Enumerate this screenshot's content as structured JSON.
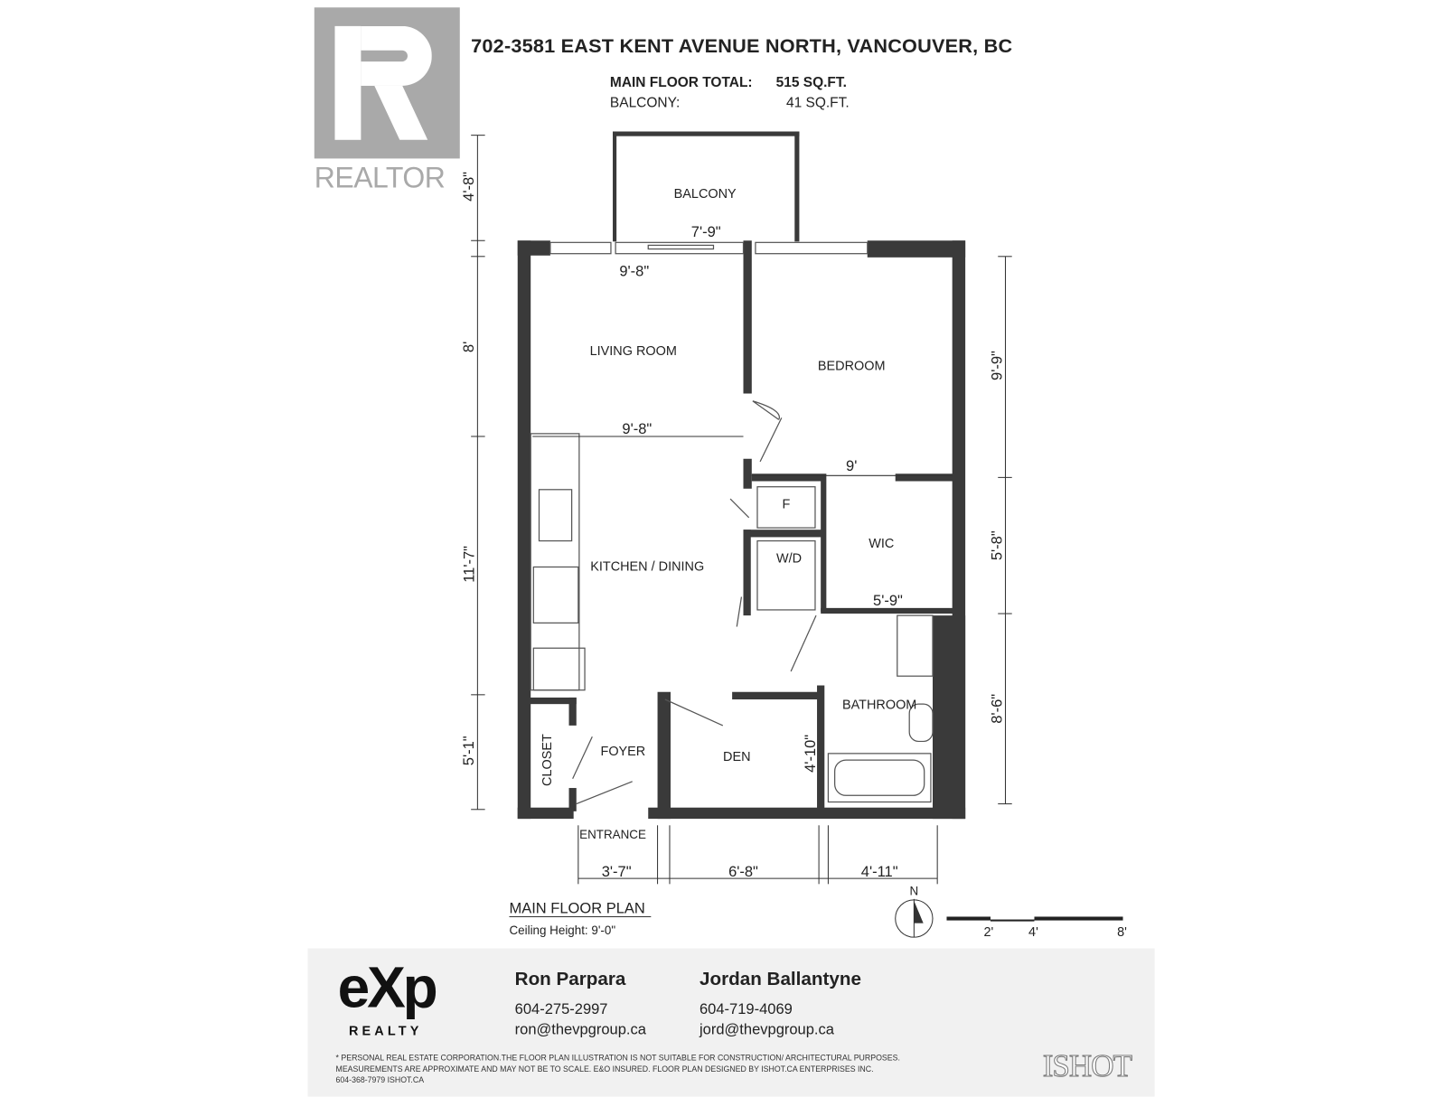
{
  "watermark": {
    "logo_text": "REALTOR",
    "mark": "R"
  },
  "header": {
    "address": "702-3581 EAST KENT AVENUE NORTH, VANCOUVER, BC",
    "areas": [
      {
        "label": "MAIN FLOOR TOTAL:",
        "value": "515 SQ.FT."
      },
      {
        "label": "BALCONY:",
        "value": "41 SQ.FT."
      }
    ]
  },
  "rooms": {
    "balcony": "BALCONY",
    "living": "LIVING ROOM",
    "bedroom": "BEDROOM",
    "kitchen": "KITCHEN / DINING",
    "fridge": "F",
    "wd": "W/D",
    "wic": "WIC",
    "bathroom": "BATHROOM",
    "den": "DEN",
    "foyer": "FOYER",
    "closet": "CLOSET",
    "entrance": "ENTRANCE"
  },
  "dimensions": {
    "balcony_width": "7'-9\"",
    "living_width": "9'-8\"",
    "kitchen_width": "9'-8\"",
    "bedroom_width": "9'",
    "wic_width": "5'-9\"",
    "den_depth": "4'-10\"",
    "left": [
      "4'-8\"",
      "8'",
      "11'-7\"",
      "5'-1\""
    ],
    "right": [
      "9'-9\"",
      "5'-8\"",
      "8'-6\""
    ],
    "bottom": [
      "3'-7\"",
      "6'-8\"",
      "4'-11\""
    ]
  },
  "plan_label": {
    "title": "MAIN FLOOR PLAN",
    "ceiling": "Ceiling Height: 9'-0\""
  },
  "north": "N",
  "scale_bar": [
    "2'",
    "4'",
    "8'"
  ],
  "footer": {
    "brand": "eXp",
    "brand_sub": "REALTY",
    "agents": [
      {
        "name": "Ron Parpara",
        "phone": "604-275-2997",
        "email": "ron@thevpgroup.ca"
      },
      {
        "name": "Jordan Ballantyne",
        "phone": "604-719-4069",
        "email": "jord@thevpgroup.ca"
      }
    ],
    "disclaimer": [
      "* PERSONAL REAL ESTATE CORPORATION.THE FLOOR PLAN ILLUSTRATION IS NOT SUITABLE FOR CONSTRUCTION/ ARCHITECTURAL PURPOSES.",
      "MEASUREMENTS ARE APPROXIMATE AND MAY NOT BE TO SCALE. E&O INSURED. FLOOR PLAN DESIGNED BY ISHOT.CA ENTERPRISES INC.",
      "604-368-7979  ISHOT.CA"
    ],
    "designer_logo": "ISHOT"
  },
  "colors": {
    "wall": "#3a3a3a",
    "watermark": "#a9a9a9",
    "footer_bg": "#f1f1f1"
  }
}
